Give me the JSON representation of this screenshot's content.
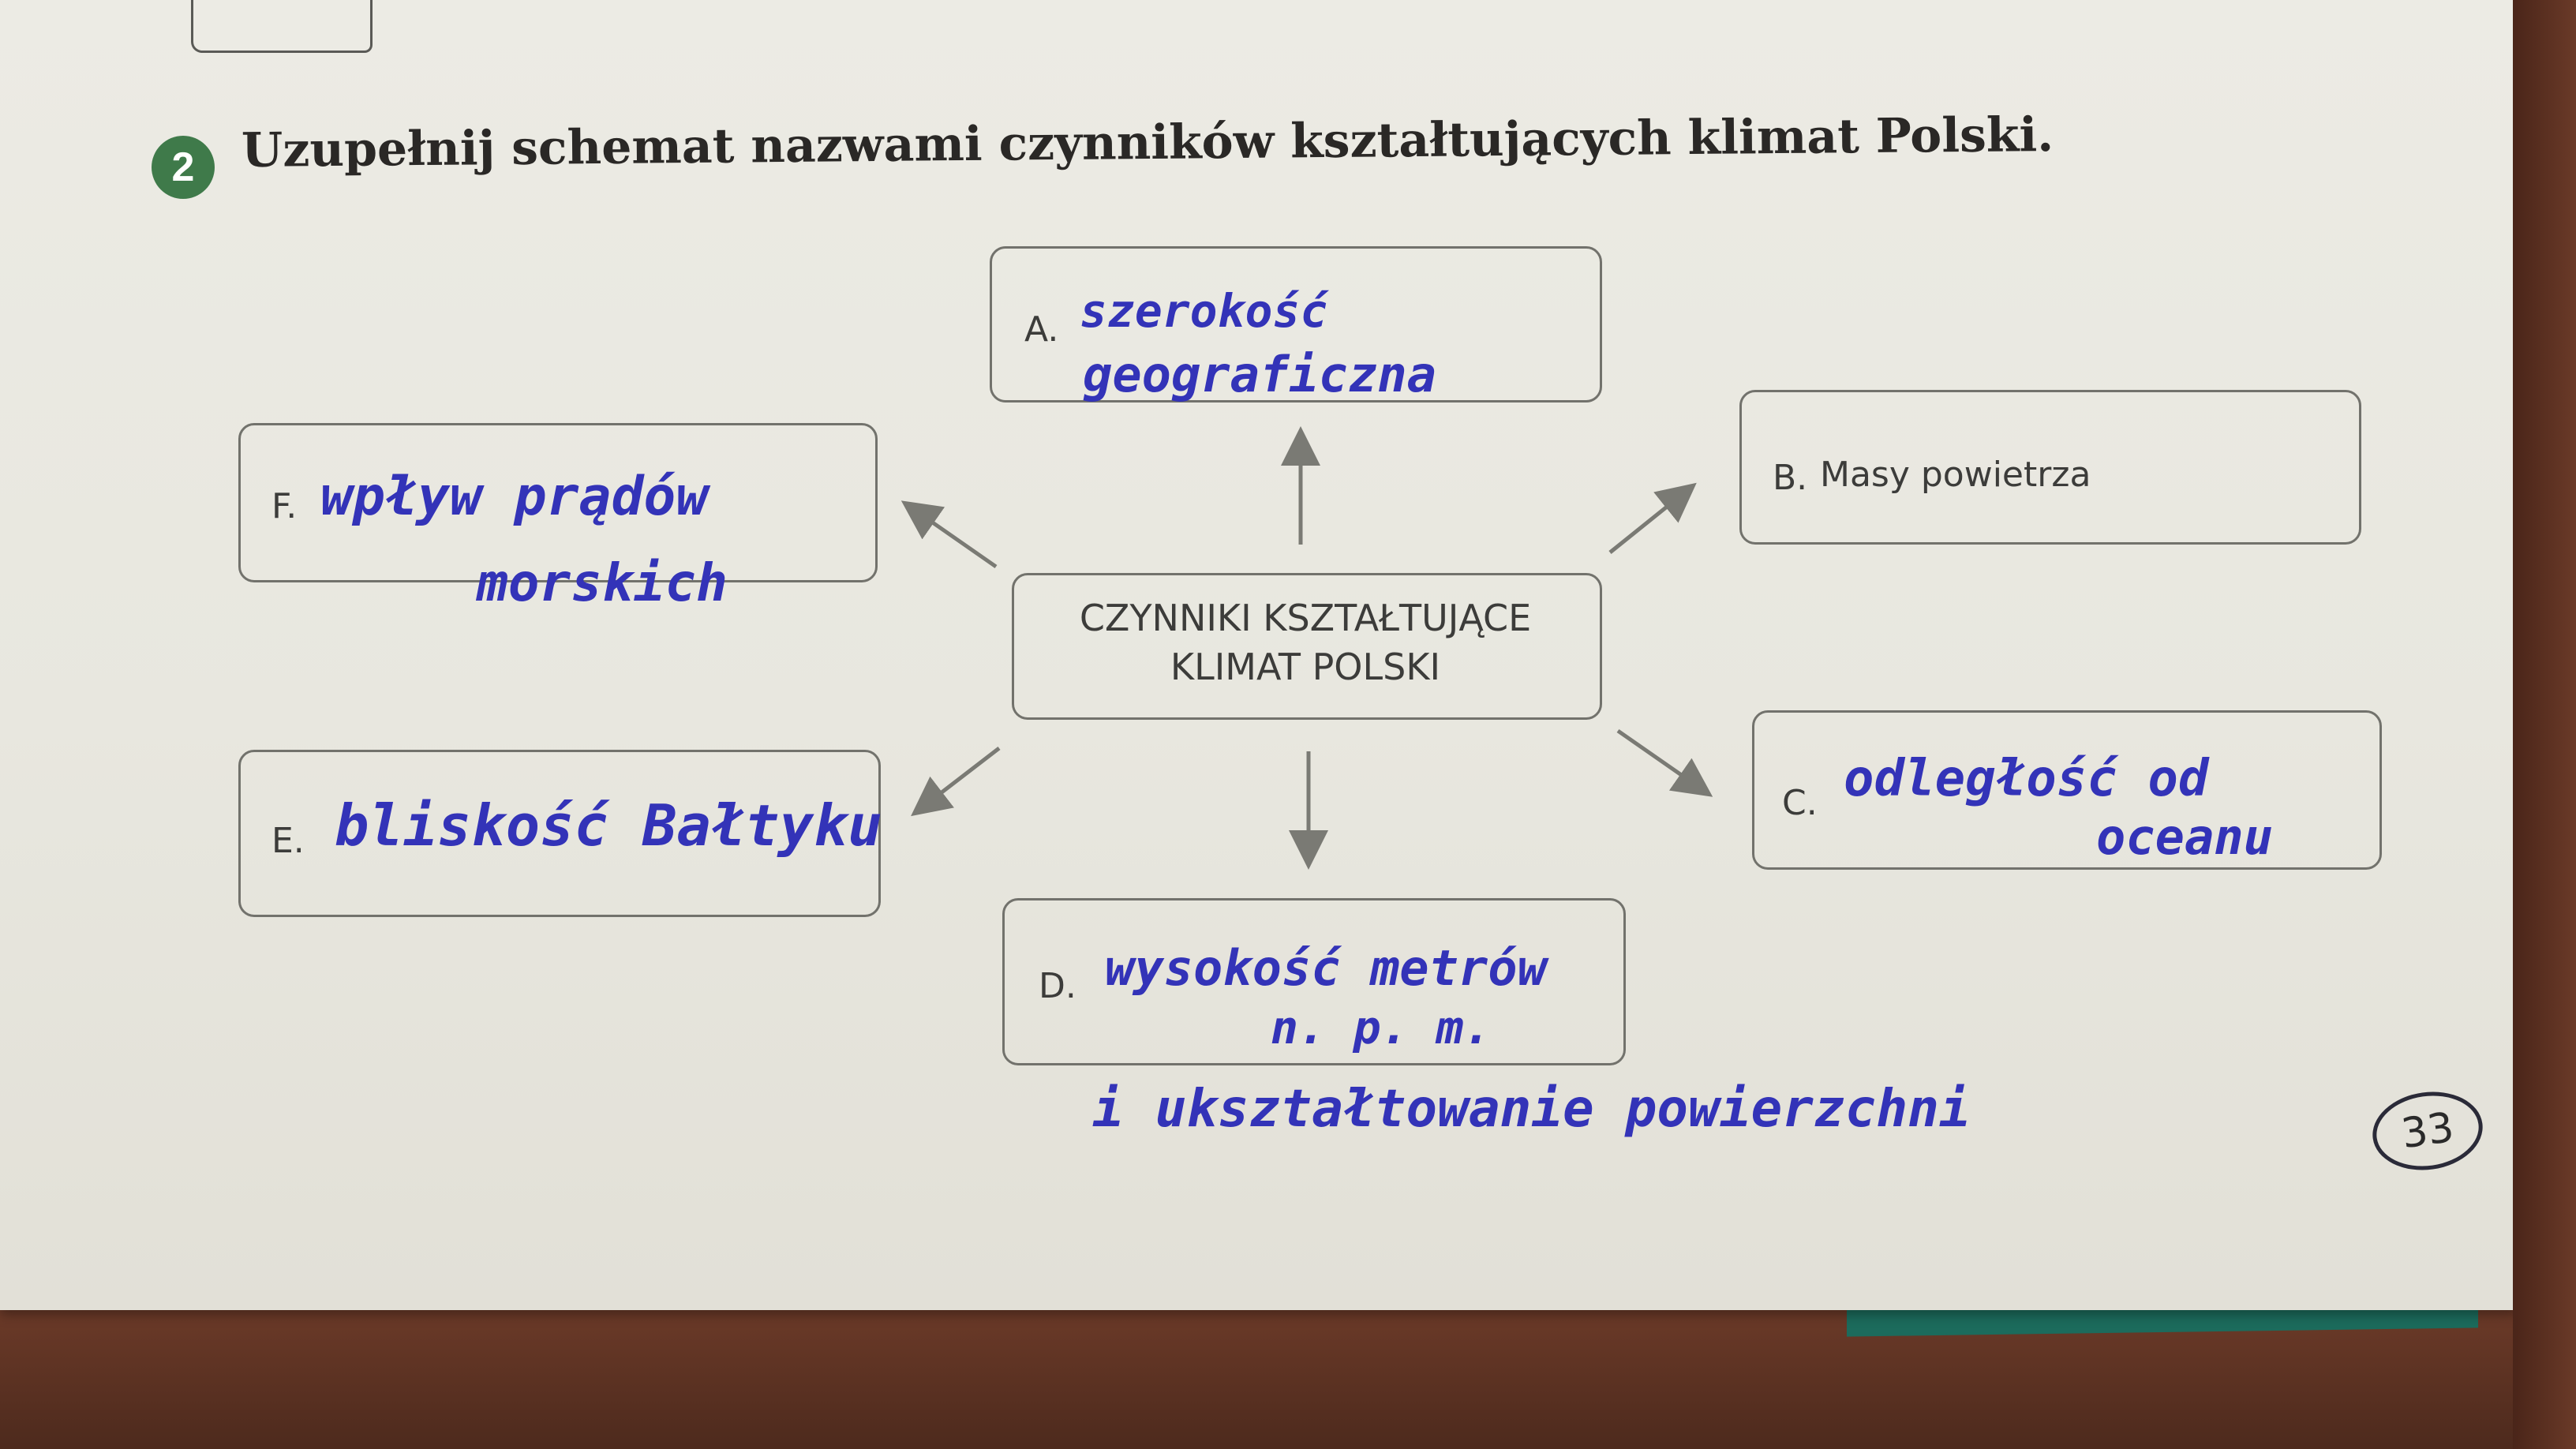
{
  "exercise": {
    "number": "2",
    "instruction": "Uzupełnij schemat nazwami czynników kształtujących klimat Polski."
  },
  "diagram": {
    "center": {
      "line1": "CZYNNIKI KSZTAŁTUJĄCE",
      "line2": "KLIMAT POLSKI"
    },
    "boxes": {
      "A": {
        "letter": "A.",
        "answer_line1": "szerokość",
        "answer_line2": "geograficzna"
      },
      "B": {
        "letter": "B.",
        "printed": "Masy powietrza"
      },
      "C": {
        "letter": "C.",
        "answer_line1": "odległość od",
        "answer_line2": "oceanu"
      },
      "D": {
        "letter": "D.",
        "answer_line1": "wysokość metrów",
        "answer_line2": "n. p. m.",
        "answer_line3": "i ukształtowanie powierzchni"
      },
      "E": {
        "letter": "E.",
        "answer_line1": "bliskość Bałtyku"
      },
      "F": {
        "letter": "F.",
        "answer_line1": "wpływ prądów",
        "answer_line2": "morskich"
      }
    }
  },
  "page_number": "33",
  "colors": {
    "ink": "#3333b8",
    "badge": "#3f7a4a",
    "box_border": "#72726c",
    "ribbon": "#1c6b5c"
  }
}
